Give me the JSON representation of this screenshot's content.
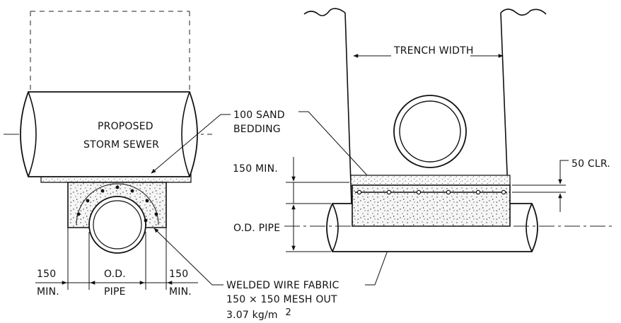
{
  "labels": {
    "proposed_line1": "PROPOSED",
    "proposed_line2": "STORM SEWER",
    "sand_line1": "100 SAND",
    "sand_line2": "BEDDING",
    "trench_width": "TRENCH WIDTH",
    "min_150_right": "150 MIN.",
    "clear_50": "50 CLR.",
    "od_pipe_right": "O.D. PIPE",
    "left_150_a": "150",
    "left_min_a": "MIN.",
    "od": "O.D.",
    "pipe": "PIPE",
    "left_150_b": "150",
    "left_min_b": "MIN.",
    "wwf_line1": "WELDED WIRE FABRIC",
    "wwf_line2": "150 × 150 MESH OUT",
    "wwf_line3_base": "3.07 kg/m",
    "wwf_line3_sup": "2"
  }
}
